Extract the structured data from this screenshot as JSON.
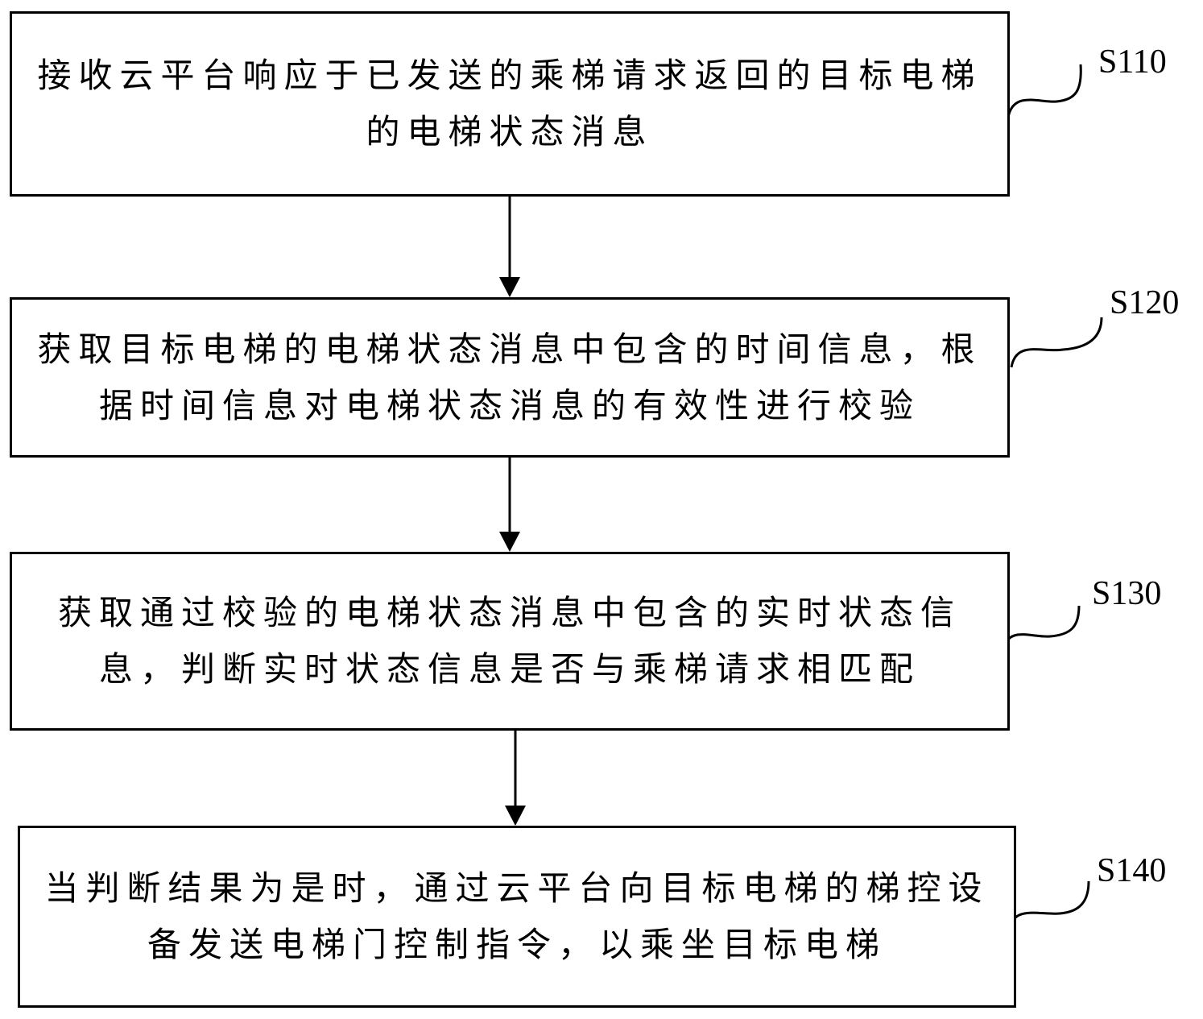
{
  "steps": [
    {
      "label": "S110",
      "text": "接收云平台响应于已发送的乘梯请求返回的目标电梯的电梯状态消息"
    },
    {
      "label": "S120",
      "text": "获取目标电梯的电梯状态消息中包含的时间信息，根据时间信息对电梯状态消息的有效性进行校验"
    },
    {
      "label": "S130",
      "text": "获取通过校验的电梯状态消息中包含的实时状态信息，判断实时状态信息是否与乘梯请求相匹配"
    },
    {
      "label": "S140",
      "text": "当判断结果为是时，通过云平台向目标电梯的梯控设备发送电梯门控制指令，以乘坐目标电梯"
    }
  ]
}
